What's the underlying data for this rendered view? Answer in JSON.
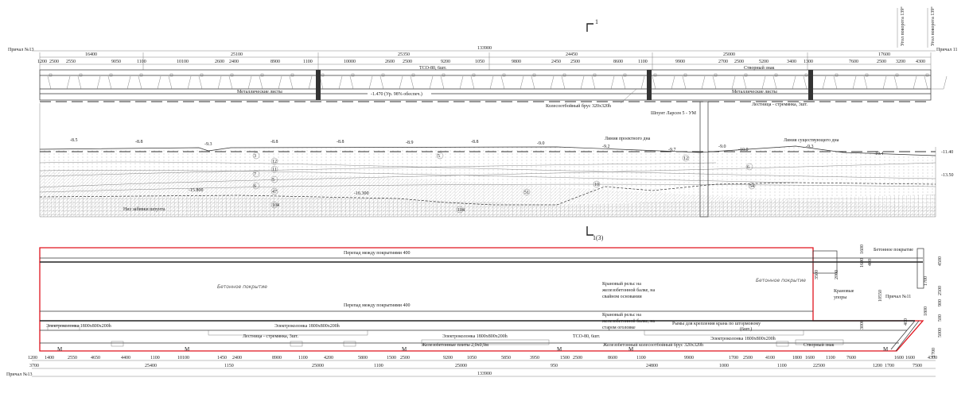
{
  "colors": {
    "outline_red": "#e0141e",
    "line": "#333333"
  },
  "section": {
    "top_mark": "1",
    "bottom_mark": "1(3)"
  },
  "angles": [
    "Угол поворота 139°",
    "Угол поворота 139°"
  ],
  "top": {
    "left_berth": "Причал №13",
    "right_berth": "Причал 11",
    "total": "133900",
    "sections": [
      "16400",
      "25100",
      "25350",
      "24450",
      "25000",
      "17600"
    ],
    "dims": [
      "1200",
      "2500",
      "2550",
      "9050",
      "1100",
      "10100",
      "2600",
      "2400",
      "8900",
      "1100",
      "10000",
      "2600",
      "2500",
      "9200",
      "1050",
      "9800",
      "2450",
      "2500",
      "8600",
      "1100",
      "9900",
      "2700",
      "2500",
      "5200",
      "3400",
      "1300",
      "7600",
      "2500",
      "3200",
      "4300"
    ],
    "labels": {
      "metal_sheets_1": "Металлические листы",
      "metal_sheets_2": "Металлические листы",
      "water_level": "-1.470 (Ур. 98% обеспеч.)",
      "tso": "ТСО-80, 6шт.",
      "range_sign": "Створный знак",
      "fender_beam": "Колесоотбойный брус 320х320h",
      "sheet_pile": "Шпунт Ларсен 5 - УМ",
      "ladder": "Лестница - стремянка, 3шт."
    }
  },
  "profile": {
    "design_bottom": "Линия проектного дна",
    "existing_bottom": "Линия существующего дна",
    "pile_toe": "Низ забивки шпунта",
    "toe_left": "-15.800",
    "toe_mid": "-16.300",
    "elevations": [
      "-8.5",
      "-8.8",
      "-9.3",
      "-8.8",
      "-8.8",
      "-8.9",
      "-8.8",
      "-9.0",
      "-9.2",
      "-9.7",
      "-9.0",
      "-10.0",
      "-9.3",
      "-10.4"
    ],
    "right_levels": [
      "-11.40",
      "-13.50"
    ],
    "soils": [
      "3",
      "12",
      "11",
      "7",
      "5",
      "6",
      "47",
      "104",
      "104",
      "5",
      "12",
      "51",
      "10",
      "6",
      "54"
    ]
  },
  "plan": {
    "drop_1": "Перепад между покрытиями 400",
    "drop_2": "Перепад между покрытиями 400",
    "concrete_hand": "Бетонное покрытие",
    "concrete_right": "Бетонное покрытие",
    "concrete_top_right": "Бетонное покрытие",
    "crane_rail_piles": "Крановый рельс на железобетонной балке, на свайном основании",
    "crane_rail_piles_lines": [
      "Крановый рельс на",
      "железобетонной балке, на",
      "свайном основании"
    ],
    "crane_rail_old_lines": [
      "Крановый рельс на",
      "железобетонной балке, на",
      "старом оголовке"
    ],
    "storm_eyes": "Рымы для крепления крана по штормовому",
    "storm_eyes_count": "(6шт.)",
    "power_columns": [
      "Электроколонка 1800х800х200h",
      "Электроколонка 1800х800х200h",
      "Электроколонка 1800х800х200h",
      "Электроколонка 1800х800х200h"
    ],
    "ladder": "Лестница - стремянка, 3шт.",
    "slabs": "Железобетонные плиты 2,0х0,9м",
    "tso": "ТСО-80, 6шт.",
    "fender_beam": "Железобетонный колесоотбойный брус 320х320h",
    "range_sign": "Створный знак",
    "crane_stops": [
      "Крановые",
      "упоры"
    ],
    "berth_11": "Причал №11",
    "bollard_marks": [
      "М",
      "М",
      "М",
      "М",
      "М",
      "М"
    ],
    "right_dims": [
      "1600",
      "1600",
      "3500",
      "2000",
      "10550",
      "3000",
      "400",
      "400",
      "4500",
      "2500",
      "1700",
      "900",
      "1800",
      "500",
      "5000",
      "1700"
    ]
  },
  "bottom": {
    "left_berth": "Причал №13",
    "total": "133900",
    "dims": [
      "1200",
      "1400",
      "2550",
      "4650",
      "4400",
      "1100",
      "10100",
      "1450",
      "2400",
      "8900",
      "1100",
      "4200",
      "5800",
      "1500",
      "2500",
      "9200",
      "1050",
      "5850",
      "3950",
      "1500",
      "2500",
      "8600",
      "1100",
      "9900",
      "1700",
      "2500",
      "4100",
      "1800",
      "1600",
      "1100",
      "7600",
      "1600",
      "1600",
      "4300"
    ],
    "sections": [
      "3700",
      "25400",
      "1150",
      "25000",
      "1100",
      "25000",
      "950",
      "24800",
      "1000",
      "1100",
      "22500",
      "1200",
      "1700",
      "7500"
    ]
  }
}
